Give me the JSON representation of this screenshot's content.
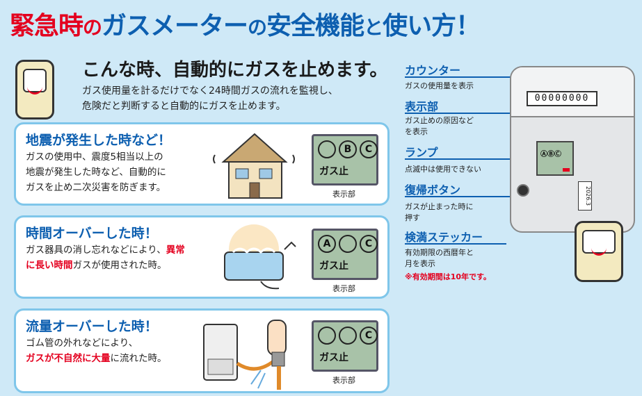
{
  "title": {
    "part1": "緊急時",
    "part2": "の",
    "part3": "ガスメーター",
    "part4": "の",
    "part5": "安全機能",
    "part6": "と",
    "part7": "使い方！"
  },
  "subheading": "こんな時、自動的にガスを止めます。",
  "intro": [
    "ガス使用量を計るだけでなく24時間ガスの流れを監視し、",
    "危険だと判断すると自動的にガスを止めます。"
  ],
  "cases": [
    {
      "title": "地震が発生した時など！",
      "lines": [
        "ガスの使用中、震度5相当以上の",
        "地震が発生した時など、自動的に",
        "ガスを止め二次災害を防ぎます。"
      ],
      "display": {
        "circles": [
          "",
          "B",
          "C"
        ],
        "gas": "ガス止",
        "caption": "表示部"
      }
    },
    {
      "title": "時間オーバーした時！",
      "line1_pre": "ガス器具の消し忘れなどにより、",
      "line1_em": "異常",
      "line2_em": "に長い時間",
      "line2_post": "ガスが使用された時。",
      "display": {
        "circles": [
          "A",
          "",
          "C"
        ],
        "gas": "ガス止",
        "caption": "表示部"
      }
    },
    {
      "title": "流量オーバーした時！",
      "line1": "ゴム管の外れなどにより、",
      "line2_em": "ガスが不自然に大量",
      "line2_post": "に流れた時。",
      "display": {
        "circles": [
          "",
          "",
          "C"
        ],
        "gas": "ガス止",
        "caption": "表示部"
      }
    }
  ],
  "meter_parts": [
    {
      "label": "カウンター",
      "desc": [
        "ガスの使用量を表示"
      ]
    },
    {
      "label": "表示部",
      "desc": [
        "ガス止めの原因など",
        "を表示"
      ]
    },
    {
      "label": "ランプ",
      "desc": [
        "点滅中は使用できない"
      ]
    },
    {
      "label": "復帰ボタン",
      "desc": [
        "ガスが止まった時に",
        "押す"
      ]
    },
    {
      "label": "検満ステッカー",
      "desc": [
        "有効期限の西暦年と",
        "月を表示"
      ],
      "note": "※有効期間は10年です。"
    }
  ],
  "meter": {
    "counter": "00000000",
    "display_abc": "ⒶⒷⒸ",
    "sticker": "2026.3"
  },
  "colors": {
    "accent_red": "#e4001f",
    "accent_blue": "#0d5fb0",
    "background": "#cfe9f7"
  }
}
